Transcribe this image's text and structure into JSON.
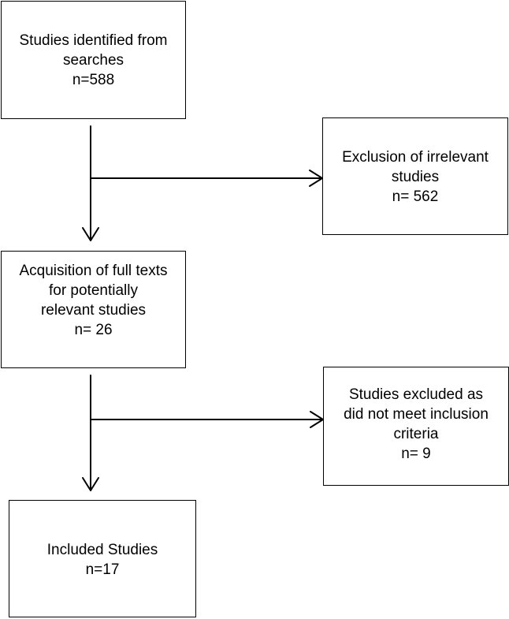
{
  "boxes": {
    "identified": {
      "lines": [
        "Studies identified from",
        "searches",
        "n=588"
      ]
    },
    "exclusion": {
      "lines": [
        "Exclusion of irrelevant",
        "studies",
        "n= 562"
      ]
    },
    "fulltext": {
      "lines": [
        "Acquisition of full texts",
        "for potentially",
        "relevant studies",
        "n= 26"
      ]
    },
    "excluded": {
      "lines": [
        "Studies excluded as",
        "did not meet inclusion",
        "criteria",
        "n= 9"
      ]
    },
    "included": {
      "lines": [
        "Included Studies",
        "n=17"
      ]
    }
  },
  "colors": {
    "stroke": "#000000",
    "fill": "#ffffff"
  }
}
